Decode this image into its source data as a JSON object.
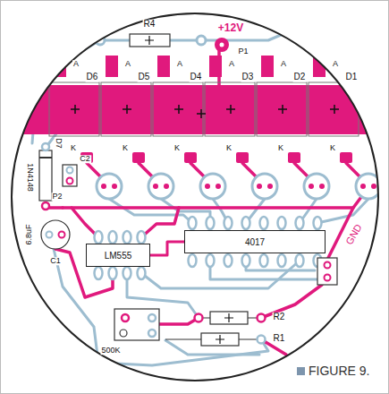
{
  "diagram": {
    "caption": "FIGURE 9.",
    "nodes": [
      {
        "text": [
          "LM555"
        ]
      },
      {
        "text": [
          "4017"
        ]
      }
    ],
    "edges": [
      {
        "from": 0,
        "to": 1,
        "arrow": "none"
      }
    ],
    "labels": [
      "R4",
      "+12V",
      "P1",
      "D6",
      "D5",
      "D4",
      "D3",
      "D2",
      "D1",
      "A",
      "A",
      "A",
      "A",
      "A",
      "A",
      "K",
      "K",
      "K",
      "K",
      "K",
      "K",
      "1N4148",
      "D7",
      "C2",
      "P2",
      "C1",
      "6.8uF",
      "GND",
      "500K",
      "R2",
      "R1"
    ]
  }
}
